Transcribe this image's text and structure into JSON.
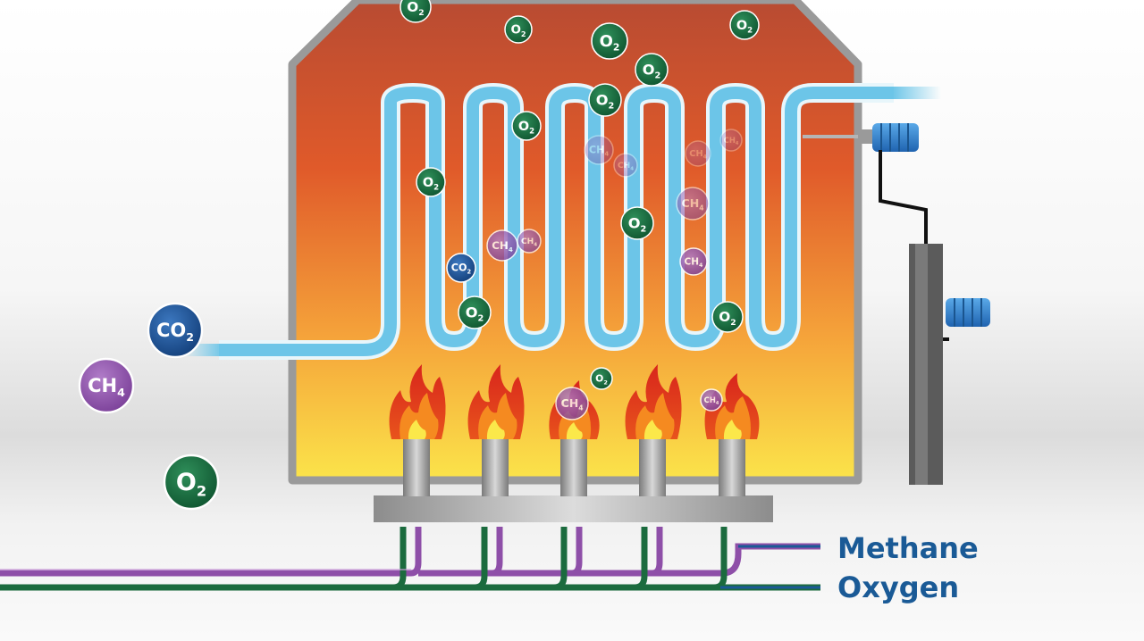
{
  "legend": {
    "methane": "Methane",
    "oxygen": "Oxygen"
  },
  "molecules": {
    "o2_main": "O",
    "o2_sub": "2",
    "ch4_main": "CH",
    "ch4_sub": "4",
    "co2_main": "CO",
    "co2_sub": "2"
  },
  "colors": {
    "methane": "#8e4fa8",
    "oxygen": "#1b6b3e",
    "co2": "#1f57a0",
    "pipe": "#6cc5e8",
    "furnace_wall": "#9a9a9a",
    "legend_text": "#1a5a96"
  }
}
